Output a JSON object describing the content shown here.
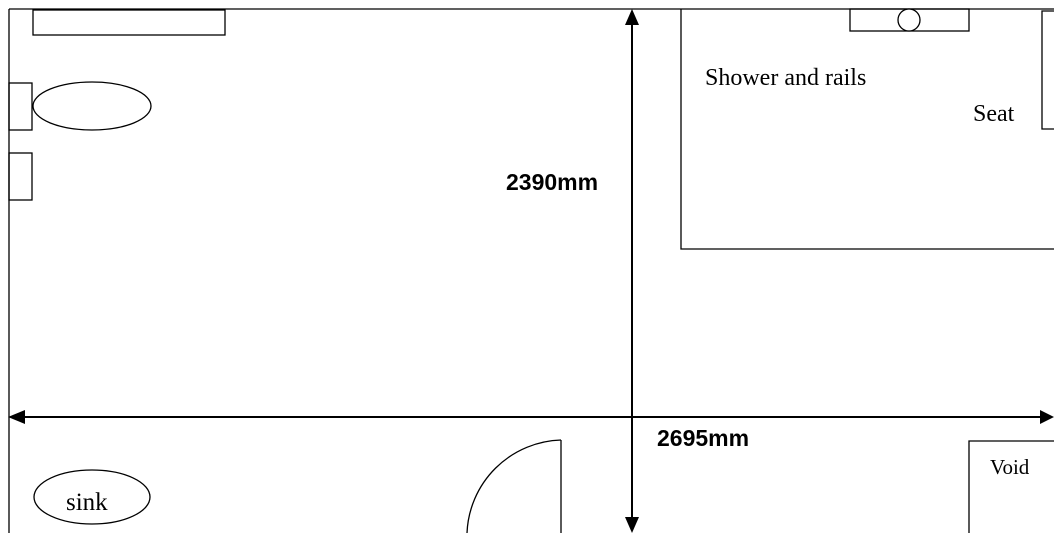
{
  "floorplan": {
    "dimensions": {
      "height_label": "2390mm",
      "width_label": "2695mm"
    },
    "labels": {
      "shower": "Shower and rails",
      "seat": "Seat",
      "void": "Void",
      "sink": "sink"
    }
  }
}
